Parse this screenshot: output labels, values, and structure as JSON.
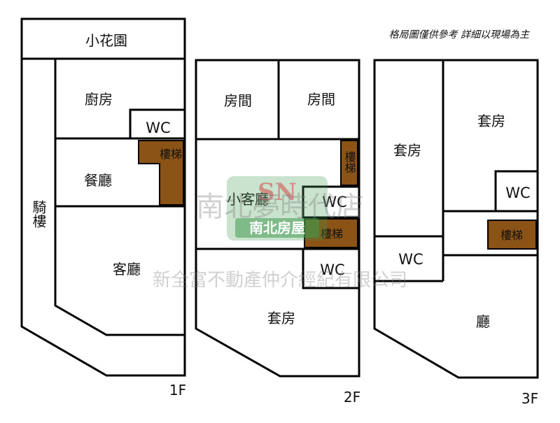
{
  "note": "格局圖僅供參考 詳細以現場為主",
  "floors": {
    "f1": {
      "label": "1F",
      "rooms": {
        "garden": "小花園",
        "arcade": "騎樓",
        "kitchen": "廚房",
        "wc": "WC",
        "dining": "餐廳",
        "stairs": "樓梯",
        "living": "客廳"
      }
    },
    "f2": {
      "label": "2F",
      "rooms": {
        "room_left": "房間",
        "room_right": "房間",
        "stairs_upper": "樓梯",
        "small_living": "小客廳",
        "wc_upper": "WC",
        "stairs_lower": "樓梯",
        "wc_lower": "WC",
        "suite": "套房"
      }
    },
    "f3": {
      "label": "3F",
      "rooms": {
        "suite_left": "套房",
        "suite_right": "套房",
        "wc_right": "WC",
        "stairs": "樓梯",
        "wc_left": "WC",
        "hall": "廳"
      }
    }
  },
  "watermark": {
    "logo_mark": "SN",
    "logo_text": "南北房屋",
    "line1": "南北夢時代店",
    "line2": "新全富不動產仲介經紀有限公司"
  },
  "colors": {
    "wall": "#000000",
    "stairs": "#8b5316",
    "watermark": "#7b7b7b",
    "logo_green": "#3f9b4f"
  }
}
